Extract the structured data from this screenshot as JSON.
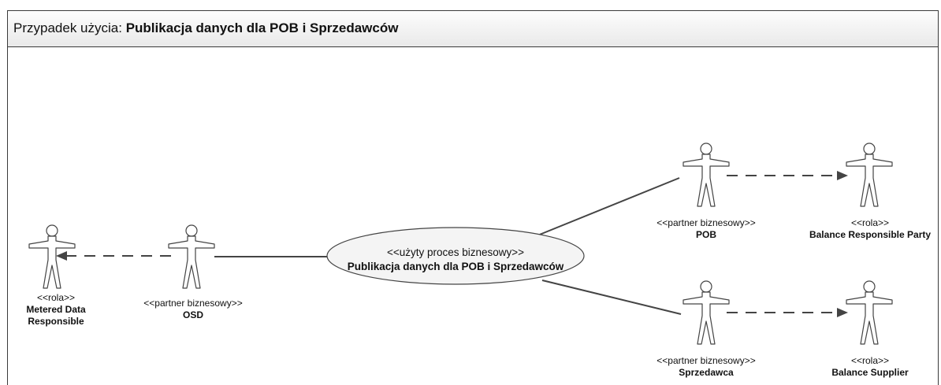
{
  "header": {
    "prefix": "Przypadek użycia:",
    "title": "Publikacja danych dla POB i Sprzedawców"
  },
  "use_case": {
    "stereotype": "<<użyty proces biznesowy>>",
    "name": "Publikacja danych dla POB i Sprzedawców"
  },
  "actors": {
    "mdr": {
      "stereotype": "<<rola>>",
      "name_line1": "Metered Data",
      "name_line2": "Responsible"
    },
    "osd": {
      "stereotype": "<<partner biznesowy>>",
      "name": "OSD"
    },
    "pob": {
      "stereotype": "<<partner biznesowy>>",
      "name": "POB"
    },
    "brp": {
      "stereotype": "<<rola>>",
      "name": "Balance Responsible Party"
    },
    "sprz": {
      "stereotype": "<<partner biznesowy>>",
      "name": "Sprzedawca"
    },
    "bs": {
      "stereotype": "<<rola>>",
      "name": "Balance Supplier"
    }
  }
}
